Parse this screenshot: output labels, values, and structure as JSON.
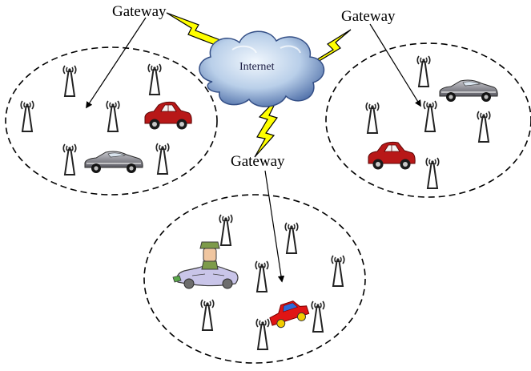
{
  "cloud": {
    "label": "Internet"
  },
  "gateways": [
    {
      "id": "gw-top-left",
      "label": "Gateway"
    },
    {
      "id": "gw-top-right",
      "label": "Gateway"
    },
    {
      "id": "gw-middle",
      "label": "Gateway"
    }
  ],
  "networks": [
    {
      "id": "left",
      "antennas": 6,
      "vehicles": [
        "red-sedan",
        "grey-sports-car"
      ]
    },
    {
      "id": "right",
      "antennas": 5,
      "vehicles": [
        "grey-sports-car",
        "red-sedan"
      ]
    },
    {
      "id": "bottom",
      "antennas": 7,
      "vehicles": [
        "cartoon-driver-car",
        "red-toy-car"
      ]
    }
  ],
  "colors": {
    "lightning": "#ffff00",
    "cloud_light": "#dbe9f7",
    "cloud_dark": "#4f6fa8",
    "red_car": "#b81818",
    "grey_car": "#6d6d74",
    "antenna": "#222222"
  }
}
